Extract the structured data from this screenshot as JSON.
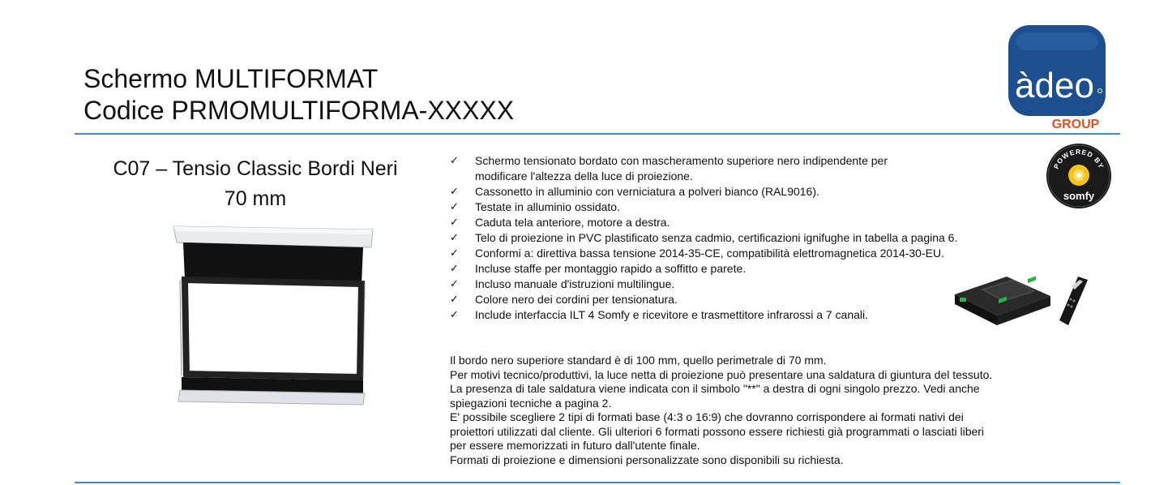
{
  "header": {
    "title_line1": "Schermo MULTIFORMAT",
    "title_line2": "Codice PRMOMULTIFORMA-XXXXX",
    "logo": {
      "brand": "àdeo",
      "group": "GROUP",
      "colors": {
        "brand_bg": "#1d4f8f",
        "group_text": "#d9532b"
      }
    }
  },
  "product": {
    "model_line1": "C07 – Tensio Classic Bordi Neri",
    "model_line2": "70 mm"
  },
  "badge": {
    "top_text": "POWERED BY",
    "brand": "somfy"
  },
  "features": {
    "check_glyph": "✓",
    "items": [
      {
        "line1": "Schermo tensionato bordato con mascheramento superiore nero indipendente per",
        "line2": "modificare l'altezza della luce di proiezione."
      },
      {
        "line1": "Cassonetto in alluminio con verniciatura a polveri bianco (RAL9016)."
      },
      {
        "line1": "Testate in alluminio ossidato."
      },
      {
        "line1": "Caduta tela anteriore, motore a destra."
      },
      {
        "line1": "Telo di proiezione in PVC plastificato senza cadmio, certificazioni ignifughe in tabella a pagina 6."
      },
      {
        "line1": "Conformi a: direttiva bassa tensione 2014-35-CE, compatibilità elettromagnetica 2014-30-EU."
      },
      {
        "line1": "Incluse staffe per montaggio rapido a soffitto e parete."
      },
      {
        "line1": "Incluso manuale d'istruzioni multilingue."
      },
      {
        "line1": "Colore nero dei cordini per tensionatura."
      },
      {
        "line1": "Include interfaccia ILT 4 Somfy e ricevitore e trasmettitore infrarossi a 7 canali."
      }
    ]
  },
  "notes": {
    "p1": "Il bordo nero superiore standard è di 100 mm, quello perimetrale di 70 mm.",
    "p2": "Per motivi tecnico/produttivi, la luce netta di proiezione può presentare una saldatura di giuntura del tessuto.",
    "p3a": "La presenza di tale saldatura viene indicata con il simbolo \"**\" a destra di ogni singolo prezzo. Vedi anche",
    "p3b": "spiegazioni tecniche a pagina 2.",
    "p4a": "E' possibile scegliere 2 tipi di formati base (4:3 o 16:9) che dovranno corrispondere ai formati nativi dei",
    "p4b": "proiettori utilizzati dal cliente. Gli ulteriori 6 formati possono essere richiesti già programmati o lasciati liberi",
    "p4c": "per essere memorizzati in futuro dall'utente finale.",
    "p5": "Formati di proiezione e dimensioni personalizzate sono disponibili su richiesta."
  }
}
